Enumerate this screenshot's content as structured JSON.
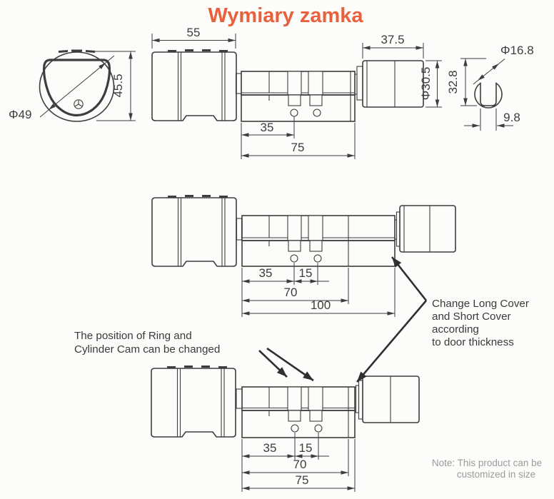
{
  "title": "Wymiary zamka",
  "colors": {
    "accent_title": "#e8613c",
    "line": "#3d3d3d",
    "note_gray": "#9b9b9b",
    "background": "#fcfcfa"
  },
  "face_view": {
    "diameter": "Φ49",
    "height": "45.5"
  },
  "top_view": {
    "knob_width": "55",
    "screw_offset": "35",
    "body_length": "75",
    "cover_length": "37.5",
    "cover_diameter": "Φ30.5"
  },
  "profile_view": {
    "diameter": "Φ16.8",
    "height": "32.8",
    "stem_width": "9.8"
  },
  "middle_view": {
    "screw_offset": "35",
    "screw_spacing": "15",
    "long_cover": "70",
    "total_length": "100"
  },
  "bottom_view": {
    "screw_offset": "35",
    "screw_spacing": "15",
    "long_cover": "70",
    "total_length": "75"
  },
  "annotations": {
    "ring_cam": [
      "The position of Ring and",
      "Cylinder Cam can be changed"
    ],
    "cover": [
      "Change Long Cover",
      "and Short Cover",
      "according",
      "to door thickness"
    ],
    "note": [
      "Note: This product can be",
      "customized in size"
    ]
  }
}
